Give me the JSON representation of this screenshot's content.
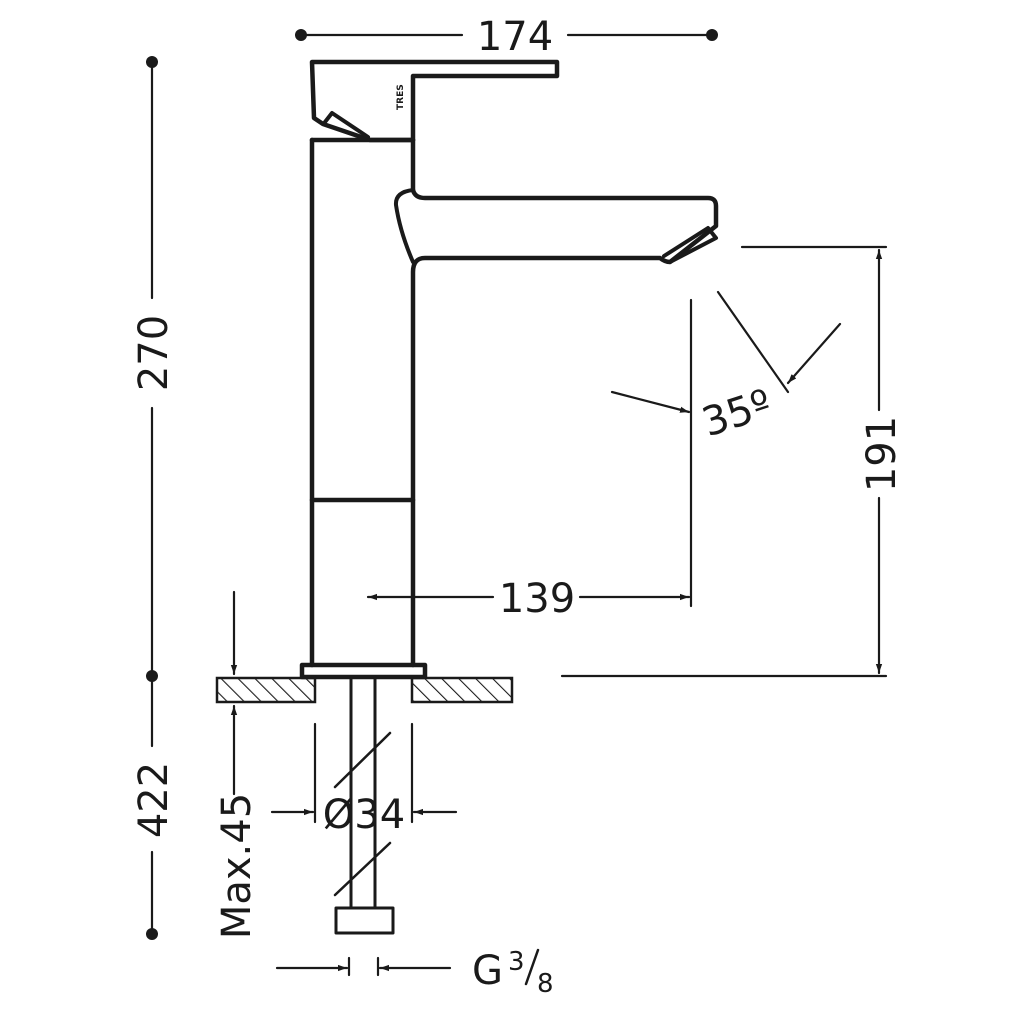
{
  "dimensions": {
    "overall_width": "174",
    "height_to_base": "270",
    "total_height": "422",
    "spout_height": "191",
    "spout_reach": "139",
    "spout_angle": "35º",
    "max_deck_thickness": "Max.45",
    "body_diameter": "Ø34",
    "connection_thread": "G",
    "connection_fraction_numerator": "3",
    "connection_fraction_denominator": "8"
  },
  "logo_text": "TRES",
  "colors": {
    "ink": "#1a1a1a",
    "background": "#ffffff",
    "hatch": "#1a1a1a"
  }
}
